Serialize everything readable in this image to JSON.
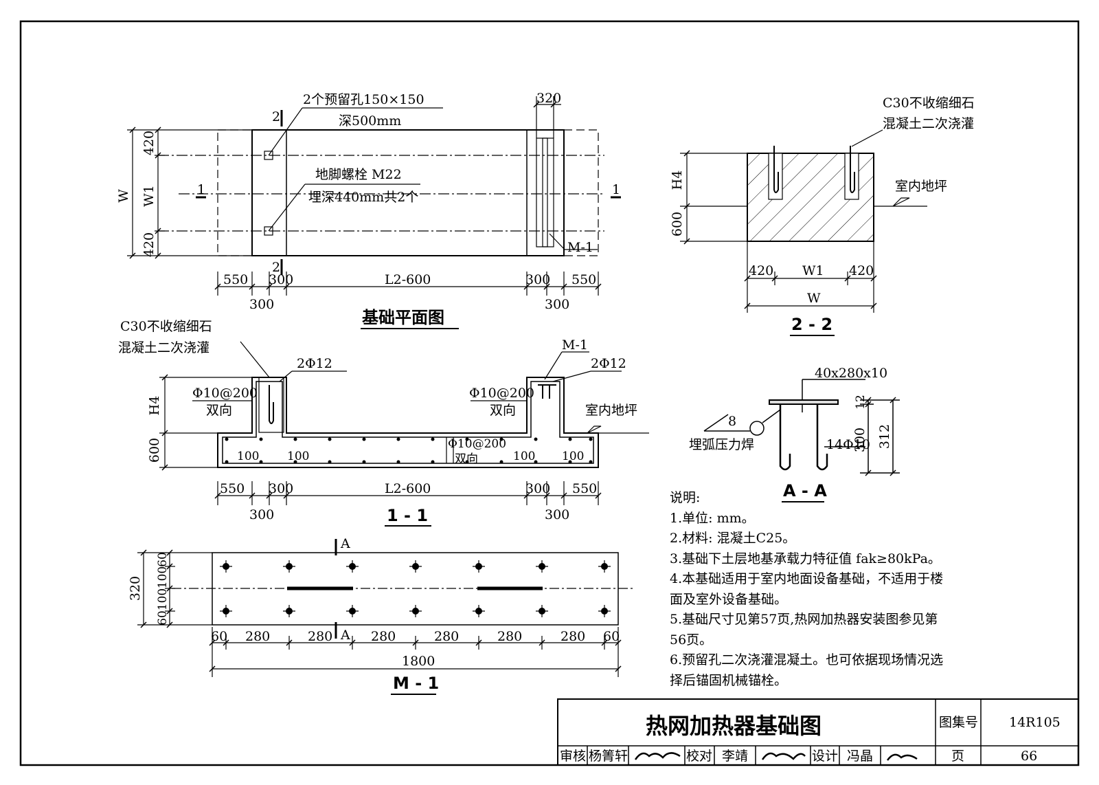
{
  "plan": {
    "title": "基础平面图",
    "hole_note": [
      "2个预留孔150×150",
      "深500mm"
    ],
    "bolt_note": [
      "地脚螺栓 M22",
      "埋深440mm共2个"
    ],
    "dim_320": "320",
    "dim_w": "W",
    "dim_w1": "W1",
    "dim_420_top": "420",
    "dim_420_bot": "420",
    "dim_550_l": "550",
    "dim_300_a": "300",
    "dim_l2": "L2-600",
    "dim_300_b": "300",
    "dim_550_r": "550",
    "dim_300_c": "300",
    "dim_300_d": "300",
    "m1_label": "M-1",
    "sec1": "1",
    "sec2": "2"
  },
  "section22": {
    "title": "2 - 2",
    "grout_note": [
      "C30不收缩细石",
      "混凝土二次浇灌"
    ],
    "floor_label": "室内地坪",
    "dim_h4": "H4",
    "dim_600": "600",
    "dim_420_l": "420",
    "dim_w1": "W1",
    "dim_420_r": "420",
    "dim_w": "W"
  },
  "section11": {
    "title": "1 - 1",
    "grout_note": [
      "C30不收缩细石",
      "混凝土二次浇灌"
    ],
    "bar_l": "2Φ12",
    "bar_r": "2Φ12",
    "stir_l": [
      "Φ10@200",
      "双向"
    ],
    "stir_r": [
      "Φ10@200",
      "双向"
    ],
    "stir_c": [
      "Φ10@200",
      "双向"
    ],
    "m1_label": "M-1",
    "floor_label": "室内地坪",
    "dim_h4": "H4",
    "dim_600": "600",
    "c100": [
      "100",
      "100",
      "100",
      "100"
    ],
    "dim_550_l": "550",
    "dim_300_a": "300",
    "dim_l2": "L2-600",
    "dim_300_b": "300",
    "dim_550_r": "550",
    "dim_300_c": "300",
    "dim_300_d": "300"
  },
  "sectionAA": {
    "title": "A - A",
    "plate": "40x280x10",
    "weld_num": "8",
    "weld_label": "埋弧压力焊",
    "bar": "14Φ10",
    "dim_12": "12",
    "dim_300": "300",
    "dim_312": "312"
  },
  "m1": {
    "title": "M - 1",
    "sec_a": "A",
    "dim_320": "320",
    "left_dims": [
      "60",
      "100",
      "100",
      "60"
    ],
    "bottom_dims": [
      "60",
      "280",
      "280",
      "280",
      "280",
      "280",
      "280",
      "60"
    ],
    "dim_1800": "1800"
  },
  "notes": {
    "heading": "说明:",
    "items": [
      "1.单位:  mm。",
      "2.材料: 混凝土C25。",
      "3.基础下土层地基承载力特征值 fak≥80kPa。",
      "4.本基础适用于室内地面设备基础，不适用于楼",
      "面及室外设备基础。",
      "5.基础尺寸见第57页,热网加热器安装图参见第",
      "56页。",
      "6.预留孔二次浇灌混凝土。也可依据现场情况选",
      "择后锚固机械锚栓。"
    ]
  },
  "titleblock": {
    "title": "热网加热器基础图",
    "atlas_label": "图集号",
    "atlas_no": "14R105",
    "review_label": "审核",
    "reviewer": "杨箐轩",
    "check_label": "校对",
    "checker": "李靖",
    "design_label": "设计",
    "designer": "冯晶",
    "page_label": "页",
    "page_no": "66"
  }
}
